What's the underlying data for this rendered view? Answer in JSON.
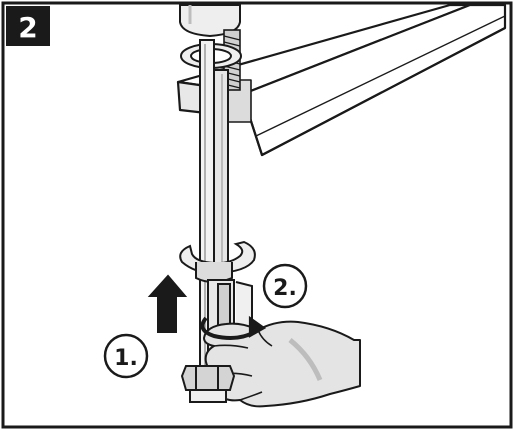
{
  "step": {
    "number": "2"
  },
  "callouts": [
    {
      "label": "1."
    },
    {
      "label": "2."
    }
  ],
  "colors": {
    "ink": "#1a1a1a",
    "metal_light": "#f2f2f2",
    "metal_mid": "#d6d6d6",
    "metal_dark": "#a8a8a8",
    "glove": "#e4e4e4",
    "glove_shadow": "#bdbdbd",
    "badge_bg": "#1a1a1a",
    "badge_text": "#ffffff"
  },
  "icons": [
    "up-arrow-icon",
    "rotate-arrow-icon",
    "hand-glove-icon",
    "nut-icon"
  ]
}
